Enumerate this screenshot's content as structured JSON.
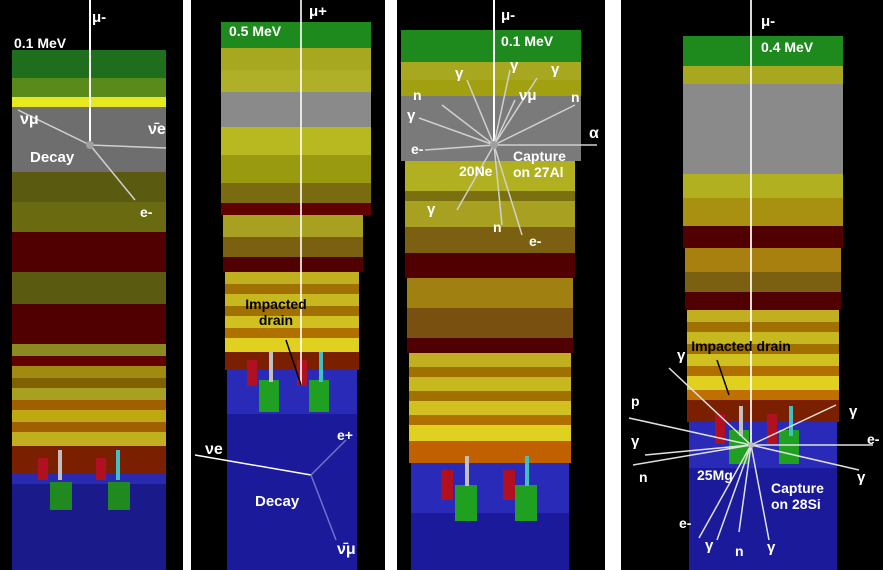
{
  "panels": [
    {
      "muon": "μ-",
      "energy": "0.1 MeV",
      "event": "Decay",
      "particles": {
        "nu_mu": "νμ",
        "nu_e_bar": "ν̄e",
        "electron": "e-"
      }
    },
    {
      "muon": "μ+",
      "energy": "0.5 MeV",
      "event": "Decay",
      "impact_label": "Impacted drain",
      "particles": {
        "nu_e": "νe",
        "positron": "e+",
        "nu_mu_bar": "ν̄μ"
      }
    },
    {
      "muon": "μ-",
      "energy": "0.1 MeV",
      "event": "Capture on 27Al",
      "residual": "20Ne",
      "particles": {
        "gamma": "γ",
        "neutron": "n",
        "nu_mu": "νμ",
        "alpha": "α",
        "electron": "e-"
      }
    },
    {
      "muon": "μ-",
      "energy": "0.4 MeV",
      "event": "Capture on 28Si",
      "impact_label": "Impacted drain",
      "residual": "25Mg",
      "particles": {
        "gamma": "γ",
        "neutron": "n",
        "proton": "p",
        "electron": "e-"
      }
    }
  ],
  "colors": {
    "background": "#000000",
    "green_layer": "#1e8a1e",
    "silicon_substrate": "#1a1a9a",
    "oxide_yellow": "#a8a800",
    "metal_gray": "#8a8a8a",
    "dark_red": "#5a0000",
    "track_white": "#ffffff"
  }
}
